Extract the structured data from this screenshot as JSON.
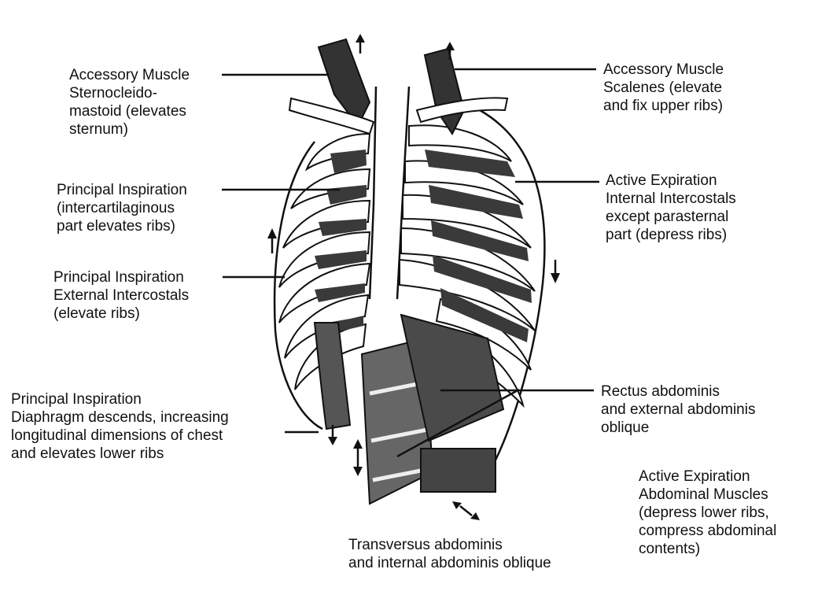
{
  "labels": {
    "scm": {
      "lines": [
        "Accessory Muscle",
        "Sternocleido-",
        "mastoid (elevates",
        "sternum)"
      ]
    },
    "scalenes": {
      "lines": [
        "Accessory Muscle",
        "Scalenes (elevate",
        "and fix upper ribs)"
      ]
    },
    "intercartilaginous": {
      "lines": [
        "Principal Inspiration",
        "(intercartilaginous",
        "part elevates ribs)"
      ]
    },
    "internal_intercostals": {
      "lines": [
        "Active Expiration",
        "Internal Intercostals",
        "except parasternal",
        "part (depress ribs)"
      ]
    },
    "external_intercostals": {
      "lines": [
        "Principal Inspiration",
        "External Intercostals",
        "(elevate ribs)"
      ]
    },
    "diaphragm": {
      "lines": [
        "Principal Inspiration",
        "Diaphragm descends, increasing",
        "longitudinal dimensions of chest",
        "and elevates lower ribs"
      ]
    },
    "rectus": {
      "lines": [
        "Rectus abdominis",
        "and external abdominis",
        "oblique"
      ]
    },
    "abdominal": {
      "lines": [
        "Active Expiration",
        "Abdominal Muscles",
        "(depress lower ribs,",
        "compress abdominal",
        "contents)"
      ]
    },
    "transversus": {
      "lines": [
        "Transversus abdominis",
        "and internal abdominis oblique"
      ]
    }
  }
}
